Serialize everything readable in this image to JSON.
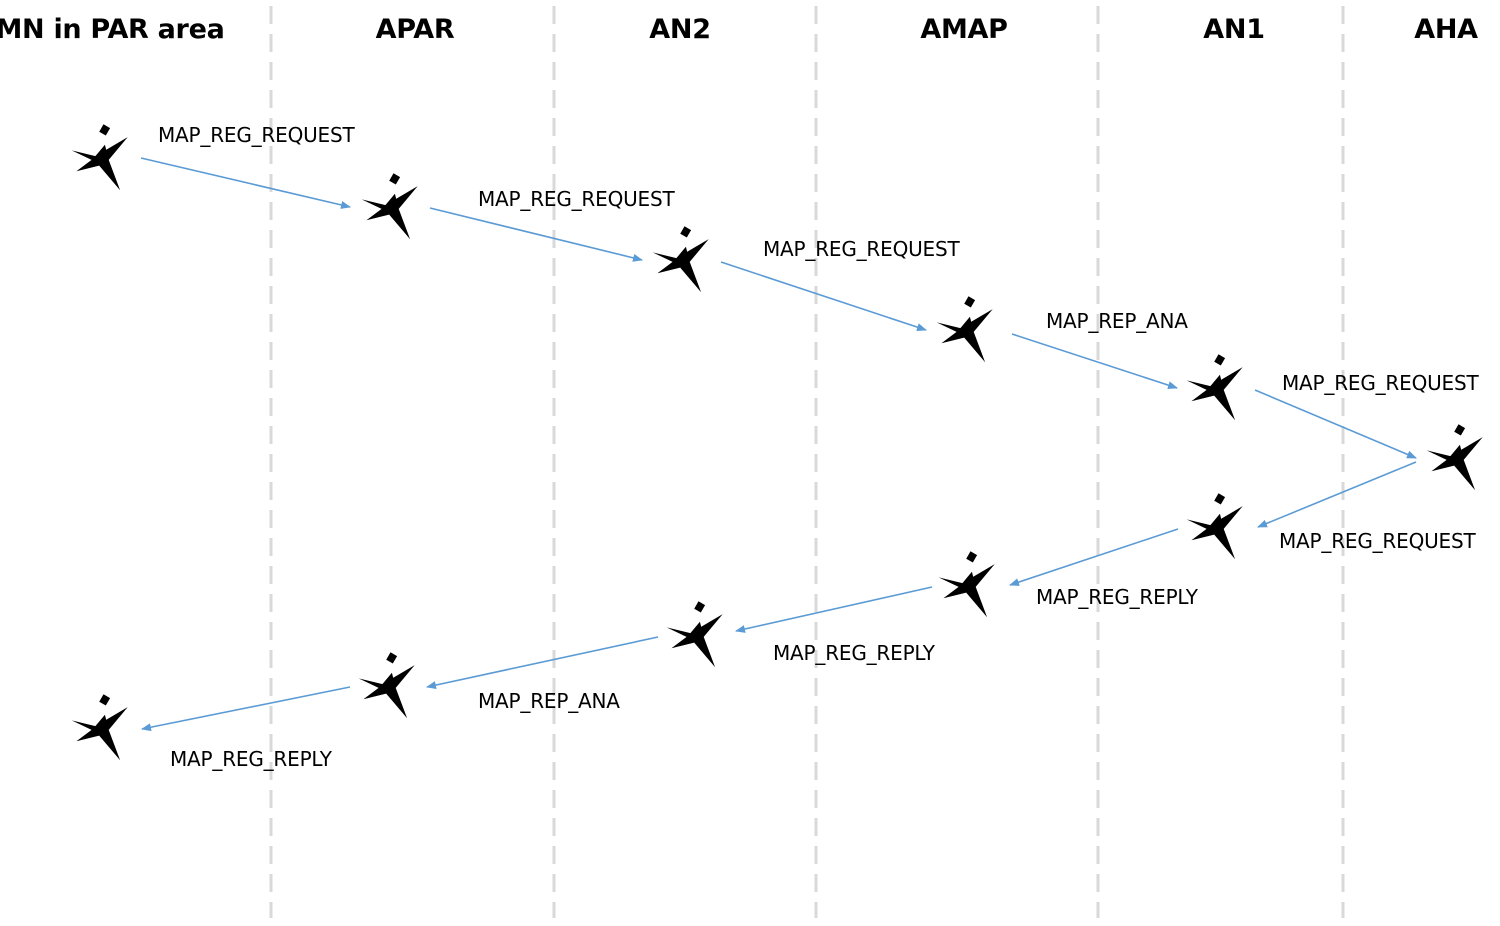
{
  "columns": [
    {
      "id": "mn",
      "label": "MN in PAR area"
    },
    {
      "id": "apar",
      "label": "APAR"
    },
    {
      "id": "an2",
      "label": "AN2"
    },
    {
      "id": "amap",
      "label": "AMAP"
    },
    {
      "id": "an1",
      "label": "AN1"
    },
    {
      "id": "aha",
      "label": "AHA"
    }
  ],
  "messages": [
    {
      "from": "MN in PAR area",
      "to": "APAR",
      "label": "MAP_REG_REQUEST"
    },
    {
      "from": "APAR",
      "to": "AN2",
      "label": "MAP_REG_REQUEST"
    },
    {
      "from": "AN2",
      "to": "AMAP",
      "label": "MAP_REG_REQUEST"
    },
    {
      "from": "AMAP",
      "to": "AN1",
      "label": "MAP_REP_ANA"
    },
    {
      "from": "AN1",
      "to": "AHA",
      "label": "MAP_REG_REQUEST"
    },
    {
      "from": "AHA",
      "to": "AN1",
      "label": "MAP_REG_REQUEST"
    },
    {
      "from": "AN1",
      "to": "AMAP",
      "label": "MAP_REG_REPLY"
    },
    {
      "from": "AMAP",
      "to": "AN2",
      "label": "MAP_REG_REPLY"
    },
    {
      "from": "AN2",
      "to": "APAR",
      "label": "MAP_REP_ANA"
    },
    {
      "from": "APAR",
      "to": "MN in PAR area",
      "label": "MAP_REG_REPLY"
    }
  ],
  "colors": {
    "arrow": "#5b9bd5",
    "lane_divider": "#d9d9d9",
    "icon": "#000000",
    "text": "#000000"
  },
  "icon": "aircraft-icon"
}
